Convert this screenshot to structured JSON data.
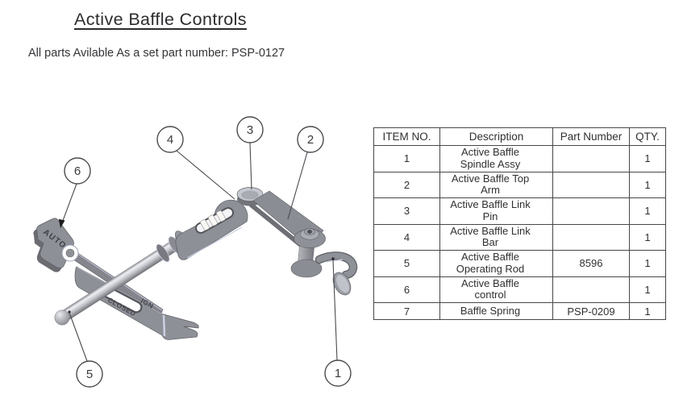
{
  "header": {
    "title": "Active Baffle Controls",
    "subtitle": "All parts Avilable As a set part number: PSP-0127"
  },
  "parts_table": {
    "headers": [
      "ITEM NO.",
      "Description",
      "Part Number",
      "QTY."
    ],
    "rows": [
      {
        "item_no": "1",
        "description": "Active Baffle Spindle Assy",
        "part_number": "",
        "qty": "1"
      },
      {
        "item_no": "2",
        "description": "Active Baffle Top Arm",
        "part_number": "",
        "qty": "1"
      },
      {
        "item_no": "3",
        "description": "Active Baffle Link Pin",
        "part_number": "",
        "qty": "1"
      },
      {
        "item_no": "4",
        "description": "Active Baffle Link Bar",
        "part_number": "",
        "qty": "1"
      },
      {
        "item_no": "5",
        "description": "Active Baffle Operating Rod",
        "part_number": "8596",
        "qty": "1"
      },
      {
        "item_no": "6",
        "description": "Active Baffle control",
        "part_number": "",
        "qty": "1"
      },
      {
        "item_no": "7",
        "description": "Baffle Spring",
        "part_number": "PSP-0209",
        "qty": "1"
      }
    ]
  },
  "diagram": {
    "callouts": [
      {
        "label": "1"
      },
      {
        "label": "2"
      },
      {
        "label": "3"
      },
      {
        "label": "4"
      },
      {
        "label": "5"
      },
      {
        "label": "6"
      }
    ],
    "engraved": {
      "auto": "AUTO",
      "closed": "CLOSED",
      "ign": "IGN"
    }
  },
  "colors": {
    "part_face": "#8e9097",
    "part_side": "#6b6c72",
    "edge_highlight": "#ccd0e4",
    "table_border": "#474748",
    "text": "#2e2f31"
  }
}
